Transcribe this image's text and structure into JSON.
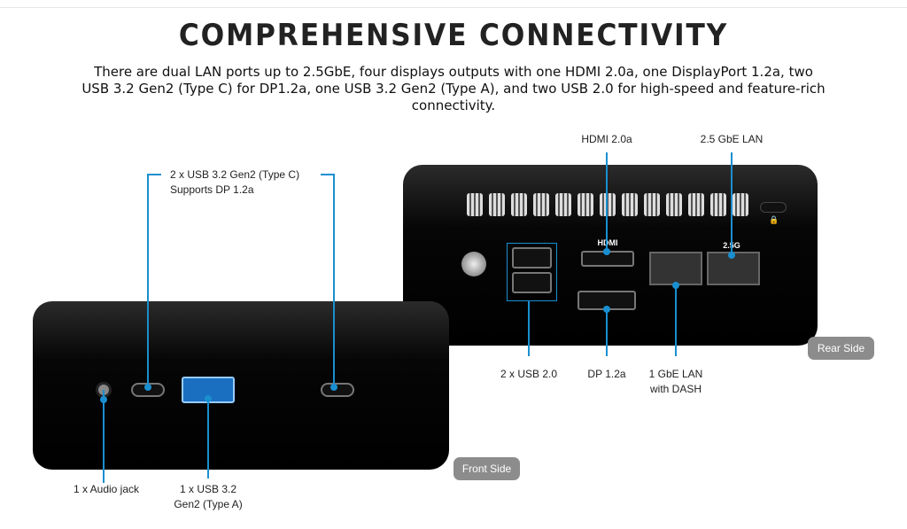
{
  "title": "COMPREHENSIVE CONNECTIVITY",
  "description": "There are dual LAN ports up to 2.5GbE, four displays outputs with one HDMI 2.0a, one DisplayPort 1.2a, two USB 3.2 Gen2 (Type C) for DP1.2a, one USB 3.2 Gen2 (Type A), and two USB 2.0 for high-speed and feature-rich connectivity.",
  "rear": {
    "badge": "Rear Side",
    "hdmi": "HDMI 2.0a",
    "lan25": "2.5 GbE LAN",
    "usb2": "2 x USB 2.0",
    "dp": "DP 1.2a",
    "lan1_a": "1 GbE LAN",
    "lan1_b": "with DASH",
    "hdmi_mark": "HDMI",
    "lan25_mark": "2.5G"
  },
  "front": {
    "badge": "Front Side",
    "typec_a": "2 x USB 3.2 Gen2 (Type C)",
    "typec_b": "Supports DP 1.2a",
    "audio": "1 x Audio jack",
    "usba_a": "1 x USB 3.2",
    "usba_b": "Gen2 (Type A)"
  },
  "colors": {
    "accent": "#1a8fd0"
  }
}
